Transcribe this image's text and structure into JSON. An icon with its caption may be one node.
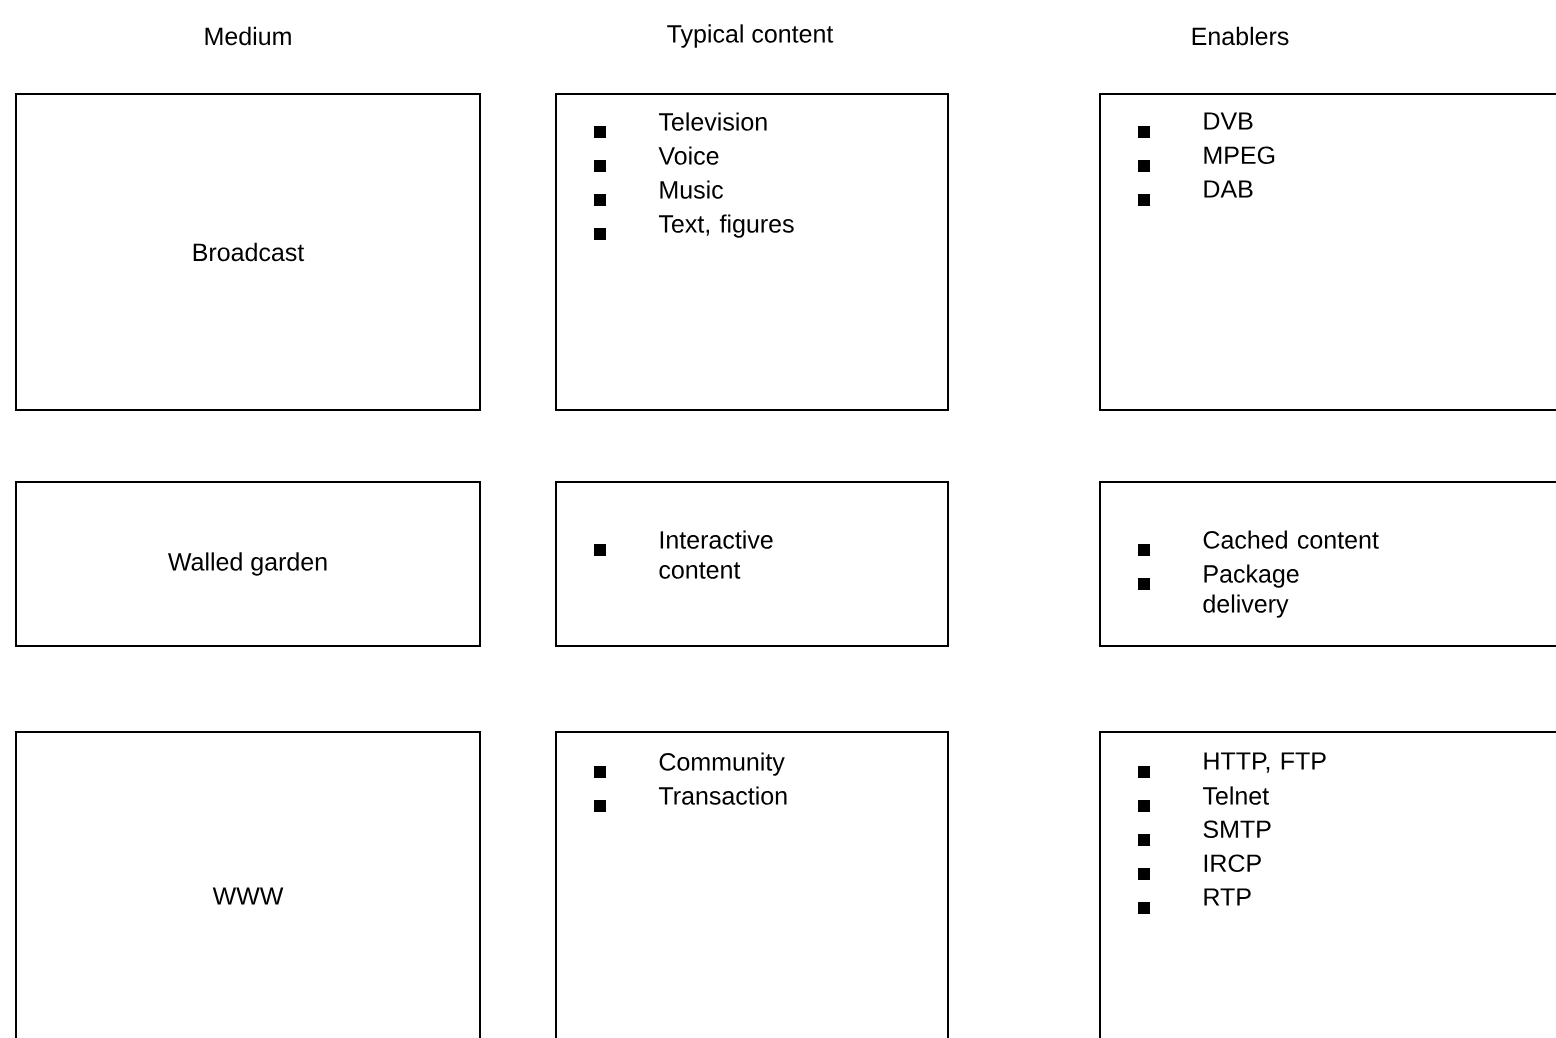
{
  "diagram": {
    "nodes": [
      {
        "text": [
          "Broadcast"
        ]
      },
      {
        "text": [
          "Television",
          "Voice",
          "Music",
          "Text, figures"
        ]
      },
      {
        "text": [
          "DVB",
          "MPEG",
          "DAB"
        ]
      },
      {
        "text": [
          "Walled garden"
        ]
      },
      {
        "text": [
          "Interactive content"
        ]
      },
      {
        "text": [
          "Cached content",
          "Package delivery"
        ]
      },
      {
        "text": [
          "WWW"
        ]
      },
      {
        "text": [
          "Community",
          "Transaction"
        ]
      },
      {
        "text": [
          "HTTP, FTP",
          "Telnet",
          "SMTP",
          "IRCP",
          "RTP"
        ]
      }
    ],
    "labels": [
      "Medium",
      "Typical content",
      "Enablers"
    ]
  }
}
